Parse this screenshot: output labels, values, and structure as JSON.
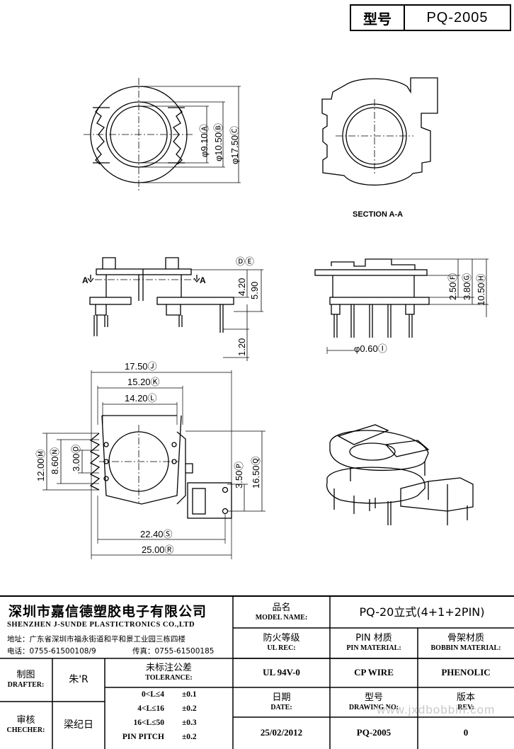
{
  "header": {
    "model_label": "型号",
    "model_value": "PQ-2005"
  },
  "drawing": {
    "dims": {
      "phi_9_10": "φ9.10Ⓐ",
      "phi_10_50": "φ10.50Ⓑ",
      "phi_17_50": "φ17.50Ⓒ",
      "letters_de": "ⒹⒺ",
      "d_4_20": "4.20",
      "d_5_90": "5.90",
      "d_1_20": "1.20",
      "d_2_50": "2.50Ⓕ",
      "d_3_80": "3.80Ⓖ",
      "d_10_50": "10.50Ⓗ",
      "phi_0_60": "φ0.60Ⓘ",
      "d_17_50": "17.50Ⓙ",
      "d_15_20": "15.20Ⓚ",
      "d_14_20": "14.20Ⓛ",
      "d_12_00": "12.00Ⓜ",
      "d_8_60": "8.60Ⓝ",
      "d_3_00": "3.00Ⓞ",
      "d_3_50": "3.50Ⓟ",
      "d_16_50": "16.50Ⓠ",
      "d_22_40": "22.40Ⓢ",
      "d_25_00": "25.00Ⓡ",
      "arrow_a": "A",
      "section_label": "SECTION A-A"
    }
  },
  "title_block": {
    "company_zh": "深圳市嘉信德塑胶电子有限公司",
    "company_en": "SHENZHEN J-SUNDE PLASTICTRONICS CO.,LTD",
    "address": "地址：广东省深圳市福永街道和平和景工业园三栋四楼",
    "phone": "电话：0755-61500108/9",
    "fax": "传真：0755-61500185",
    "model_name_zh": "品名",
    "model_name_en": "MODEL NAME:",
    "model_name_value": "PQ-20立式(4+1+2PIN)",
    "ul_rec_zh": "防火等级",
    "ul_rec_en": "UL REC:",
    "pin_material_zh": "PIN 材质",
    "pin_material_en": "PIN MATERIAL:",
    "bobbin_material_zh": "骨架材质",
    "bobbin_material_en": "BOBBIN MATERIAL:",
    "ul_value": "UL 94V-0",
    "pin_value": "CP WIRE",
    "bobbin_value": "PHENOLIC",
    "drafter_zh": "制图",
    "drafter_en": "DRAFTER:",
    "drafter_value": "朱'R",
    "tolerance_zh": "未标注公差",
    "tolerance_en": "TOLERANCE:",
    "tolerances": [
      {
        "range": "0<L≤4",
        "value": "±0.1"
      },
      {
        "range": "4<L≤16",
        "value": "±0.2"
      },
      {
        "range": "16<L≤50",
        "value": "±0.3"
      },
      {
        "range": "PIN PITCH",
        "value": "±0.2"
      }
    ],
    "date_zh": "日期",
    "date_en": "DATE:",
    "drawing_no_zh": "型号",
    "drawing_no_en": "DRAWING NO:",
    "rev_zh": "版本",
    "rev_en": "REV:",
    "checker_zh": "审核",
    "checker_en": "CHECHER:",
    "checker_value": "梁纪日",
    "date_value": "25/02/2012",
    "drawing_no_value": "PQ-2005",
    "rev_value": "0",
    "watermark": "www.jxdbobbin.com"
  }
}
